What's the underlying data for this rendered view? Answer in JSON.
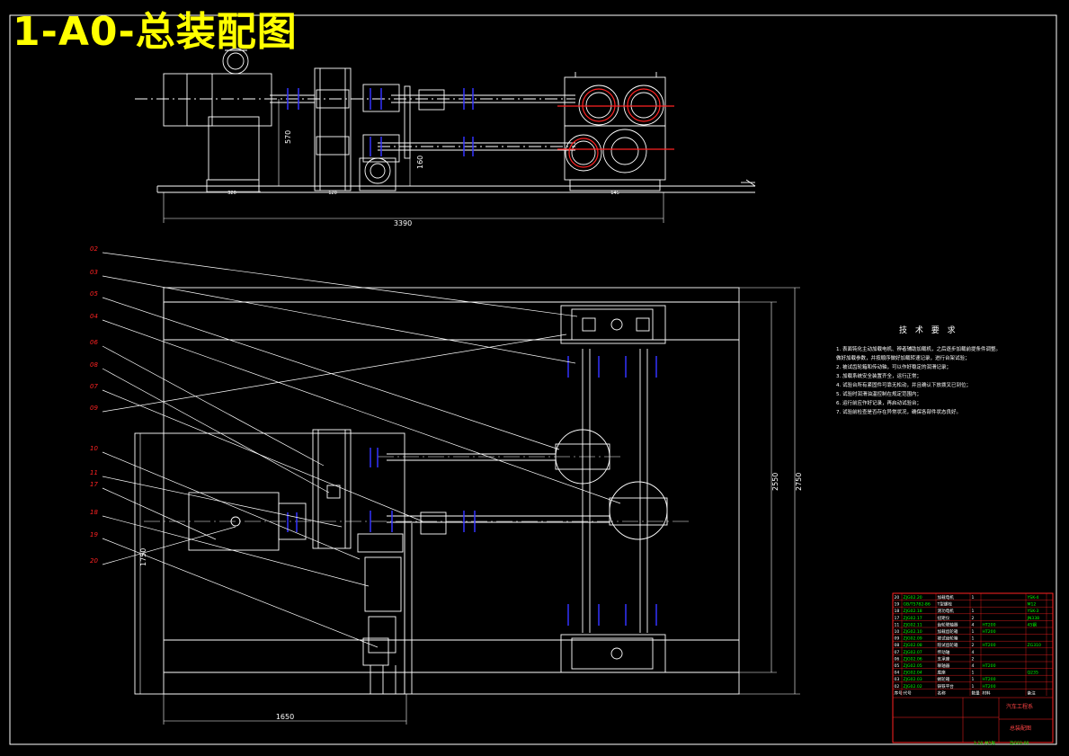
{
  "drawing": {
    "title": "1-A0-总装配图",
    "colors": {
      "background": "#000000",
      "frame": "#ffffff",
      "title": "#ffff00",
      "dimension": "#ffffff",
      "bolt": "#3333ff",
      "center_line": "#ff2222",
      "part_name": "#ffffff",
      "code": "#00ff00",
      "table_border": "#ff2222"
    }
  },
  "dimensions": {
    "front_total_length": "3390",
    "front_height": "570",
    "front_small_height": "160",
    "front_motor_base": "320",
    "front_mid_base": "120",
    "front_right_base": "145",
    "plan_width": "1650",
    "plan_left_height": "1750",
    "plan_inner_height": "2550",
    "plan_outer_height": "2750"
  },
  "balloons": [
    "02",
    "03",
    "05",
    "04",
    "06",
    "08",
    "07",
    "09",
    "10",
    "11",
    "17",
    "18",
    "19",
    "20"
  ],
  "technical_requirements": {
    "heading": "技 术 要 求",
    "items": [
      "1. 表面钝化主动加载电机、辨者辅助加载机，之后逐步加载前提条件调整。",
      "   做好加载参数，并按顺序做好加载转速记录，进行台架试验；",
      "2. 被试齿轮箱和传动轴，可以作好稳定的润滑记录；",
      "3. 加载系统安全装置齐全，运行正常；",
      "4. 试验台所有紧固件可靠无松动，并且确认下放拨叉已到位；",
      "5. 试验时润滑油温控制在规定范围内；",
      "6. 运行前应作好记录，再启动试验台；",
      "7. 试验前检查是否存在异常状况，确保各部件状态良好。"
    ]
  },
  "parts_table": {
    "rows": [
      {
        "no": "20",
        "code": "ZJG02.20",
        "name": "加载电机",
        "qty": "1",
        "material": "",
        "note": "YSK-4"
      },
      {
        "no": "19",
        "code": "GB/T5782-86",
        "name": "T型螺栓",
        "qty": "",
        "material": "",
        "note": "M12"
      },
      {
        "no": "18",
        "code": "ZJG02.18",
        "name": "测功电机",
        "qty": "1",
        "material": "",
        "note": "YSK-3"
      },
      {
        "no": "17",
        "code": "ZJG02.17",
        "name": "扭矩仪",
        "qty": "2",
        "material": "",
        "note": "JN338"
      },
      {
        "no": "11",
        "code": "ZJG02.11",
        "name": "齿轮联轴器",
        "qty": "4",
        "material": "HT200",
        "note": "45钢"
      },
      {
        "no": "10",
        "code": "ZJG02.10",
        "name": "加载齿轮箱",
        "qty": "1",
        "material": "HT200",
        "note": ""
      },
      {
        "no": "09",
        "code": "ZJG02.09",
        "name": "被试齿轮箱",
        "qty": "1",
        "material": "",
        "note": ""
      },
      {
        "no": "08",
        "code": "ZJG02.08",
        "name": "陪试齿轮箱",
        "qty": "2",
        "material": "HT200",
        "note": "ZG310"
      },
      {
        "no": "07",
        "code": "ZJG02.07",
        "name": "传动轴",
        "qty": "4",
        "material": "",
        "note": ""
      },
      {
        "no": "06",
        "code": "ZJG02.06",
        "name": "支承座",
        "qty": "2",
        "material": "",
        "note": ""
      },
      {
        "no": "05",
        "code": "ZJG02.05",
        "name": "联轴器",
        "qty": "4",
        "material": "HT200",
        "note": ""
      },
      {
        "no": "04",
        "code": "ZJG02.04",
        "name": "底座",
        "qty": "1",
        "material": "",
        "note": "Q235"
      },
      {
        "no": "03",
        "code": "ZJG02.03",
        "name": "蜗轮箱",
        "qty": "1",
        "material": "HT200",
        "note": ""
      },
      {
        "no": "02",
        "code": "ZJG02.02",
        "name": "铸铁平台",
        "qty": "1",
        "material": "HT200",
        "note": ""
      }
    ],
    "header": [
      "序号",
      "代号",
      "名称",
      "数量",
      "材料",
      "备注"
    ],
    "title_block": {
      "institution": "汽车工程系",
      "drawing_name": "总装配图",
      "drawing_number": "ZJG02-00",
      "scale": "1:10",
      "sheet": "共1张"
    }
  }
}
